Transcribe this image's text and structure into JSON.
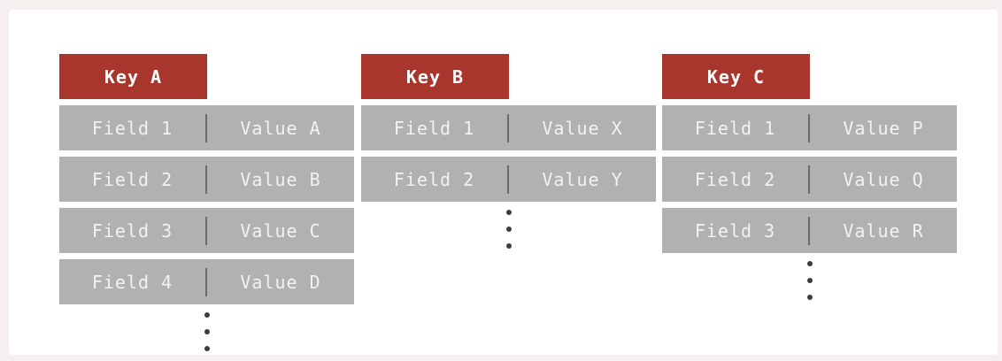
{
  "colors": {
    "page_bg": "#f7f0f0",
    "card_bg": "#ffffff",
    "key_bg": "#a9362d",
    "key_text": "#ffffff",
    "row_bg": "#b1b1b1",
    "row_text": "#f2f2f2",
    "divider": "#6a6a6a",
    "dot": "#3d3d3d"
  },
  "diagram": {
    "type": "hash-structures",
    "hashes": [
      {
        "key": "Key A",
        "entries": [
          {
            "field": "Field 1",
            "value": "Value A"
          },
          {
            "field": "Field 2",
            "value": "Value B"
          },
          {
            "field": "Field 3",
            "value": "Value C"
          },
          {
            "field": "Field 4",
            "value": "Value D"
          }
        ],
        "ellipsis": true
      },
      {
        "key": "Key B",
        "entries": [
          {
            "field": "Field 1",
            "value": "Value X"
          },
          {
            "field": "Field 2",
            "value": "Value Y"
          }
        ],
        "ellipsis": true
      },
      {
        "key": "Key C",
        "entries": [
          {
            "field": "Field 1",
            "value": "Value P"
          },
          {
            "field": "Field 2",
            "value": "Value Q"
          },
          {
            "field": "Field 3",
            "value": "Value R"
          }
        ],
        "ellipsis": true
      }
    ]
  }
}
